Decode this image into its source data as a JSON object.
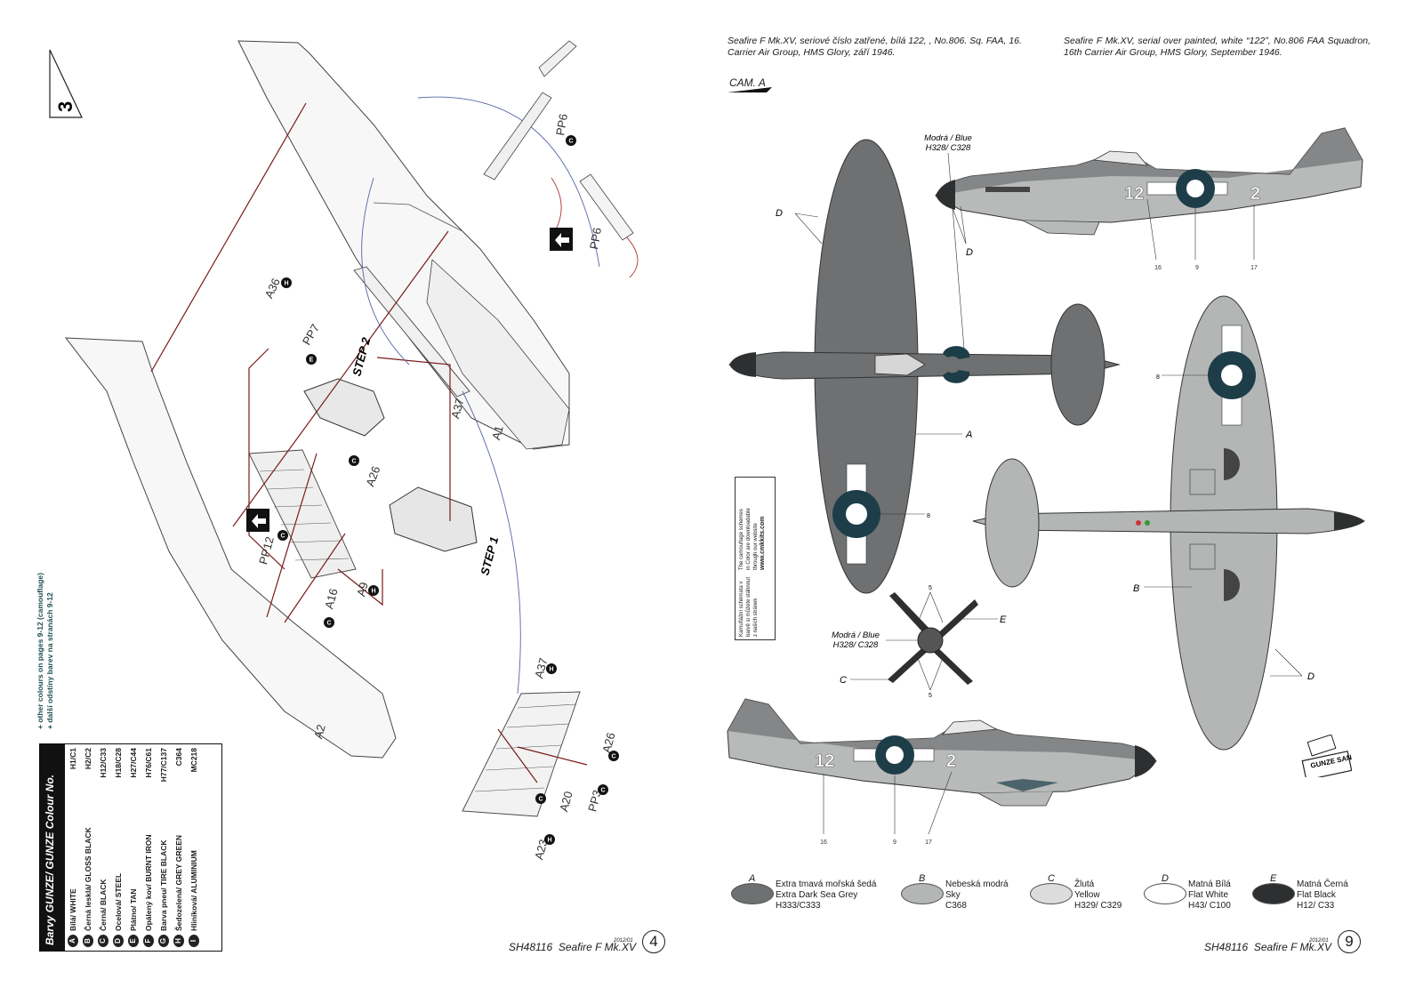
{
  "left_page": {
    "step_number": "3",
    "step_labels": [
      "STEP 2",
      "STEP 1"
    ],
    "part_labels": {
      "a1": "A1",
      "a2": "A2",
      "a37_top": "A37",
      "a36": "A36",
      "pp7": "PP7",
      "a26": "A26",
      "pp12": "PP12",
      "a16": "A16",
      "a9": "A9",
      "pp6_top": "PP6",
      "pp6_mid": "PP6",
      "a37_bottom": "A37",
      "a26_bottom": "A26",
      "a20": "A20",
      "pp3": "PP3",
      "a23": "A23"
    },
    "color_callouts": {
      "a36": "H",
      "pp7": "E",
      "a26": "C",
      "pp12": "C",
      "a16": "C",
      "a9": "H",
      "pp6": "C",
      "a37_bottom": "H",
      "a26_bottom": "C",
      "a20": "C",
      "pp3": "C",
      "a23": "H"
    },
    "colour_note": [
      "+ other colours on pages 9-12 (camouflage)",
      "+ další odstíny barev na stranách 9-12"
    ],
    "colour_chart": {
      "title": "Barvy GUNZE/ GUNZE Colour No.",
      "rows": [
        {
          "key": "A",
          "name": "Bílá/ WHITE",
          "code": "H1/C1"
        },
        {
          "key": "B",
          "name": "Černá lesklá/ GLOSS BLACK",
          "code": "H2/C2"
        },
        {
          "key": "C",
          "name": "Černá/ BLACK",
          "code": "H12/C33"
        },
        {
          "key": "D",
          "name": "Ocelová/ STEEL",
          "code": "H18/C28"
        },
        {
          "key": "E",
          "name": "Plátno/ TAN",
          "code": "H27/C44"
        },
        {
          "key": "F",
          "name": "Opálený kov/ BURNT IRON",
          "code": "H76/C61"
        },
        {
          "key": "G",
          "name": "Barva pneu/ TIRE BLACK",
          "code": "H77/C137"
        },
        {
          "key": "H",
          "name": "Šedozelená/ GREY GREEN",
          "code": "C364"
        },
        {
          "key": "I",
          "name": "Hliníková/ ALUMINIUM",
          "code": "MC218"
        }
      ]
    },
    "footer": {
      "code": "SH48116",
      "product": "Seafire F Mk.XV",
      "year": "2012/01",
      "page": "4"
    }
  },
  "right_page": {
    "title_cz": "Seafire F Mk.XV, seriové číslo zatřené,  bílá 122, , No.806. Sq. FAA, 16. Carrier Air Group, HMS Glory, září 1946.",
    "title_en": "Seafire F Mk.XV, serial over painted, white “122”, No.806 FAA Squadron, 16th Carrier Air Group, HMS Glory, September 1946.",
    "camouflage_label": "CAM. A",
    "callouts": {
      "blue_top": "Modrá / Blue",
      "blue_top_code": "H328/ C328",
      "blue_prop": "Modrá / Blue",
      "blue_prop_code": "H328/ C328",
      "d_label": "D",
      "a_label": "A",
      "b_label": "B",
      "c_label": "C",
      "e_label": "E",
      "n16": "16",
      "n9": "9",
      "n17": "17",
      "n8": "8",
      "n5": "5",
      "code_left": "12",
      "code_right": "2"
    },
    "website_note": {
      "cz": [
        "Kamuflážní schémata v",
        "barvě si můžete stáhnout",
        "z našich stránek"
      ],
      "en": [
        "The camouflage schemes",
        "in Color are downloadable",
        "through our website"
      ],
      "url": "www.cmkkits.com"
    },
    "logo_text": "GUNZE SANGYO",
    "swatches": [
      {
        "letter": "A",
        "lines": [
          "Extra tmavá mořská šedá",
          "Extra Dark Sea Grey",
          "H333/C333"
        ],
        "color": "#6e7071"
      },
      {
        "letter": "B",
        "lines": [
          "Nebeská modrá",
          "Sky",
          "C368"
        ],
        "color": "#b4b6b6"
      },
      {
        "letter": "C",
        "lines": [
          "Žlutá",
          "Yellow",
          "H329/ C329"
        ],
        "color": "#dcdcdc"
      },
      {
        "letter": "D",
        "lines": [
          "Matná Bílá",
          "Flat White",
          "H43/ C100"
        ],
        "color": "#ffffff"
      },
      {
        "letter": "E",
        "lines": [
          "Matná Černá",
          "Flat Black",
          "H12/ C33"
        ],
        "color": "#2d2f30"
      }
    ],
    "footer": {
      "code": "SH48116",
      "product": "Seafire F Mk.XV",
      "year": "2012/01",
      "page": "9"
    }
  }
}
